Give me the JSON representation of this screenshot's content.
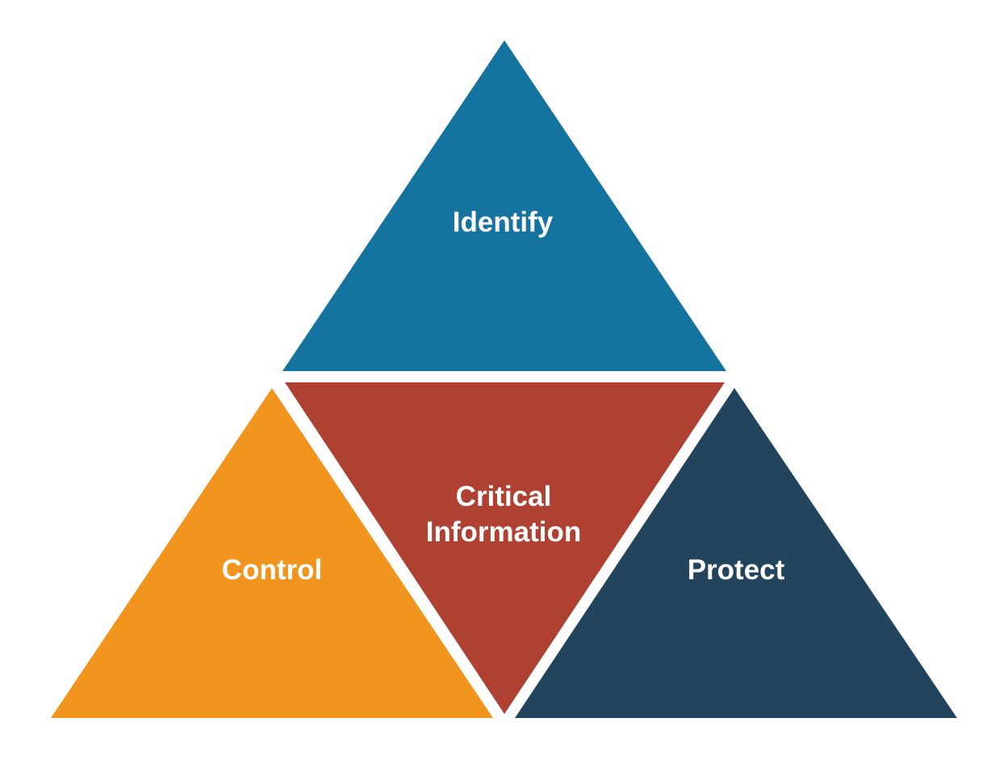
{
  "diagram": {
    "colors": {
      "identify": "#15739F",
      "control": "#F2951F",
      "critical": "#AE4132",
      "protect": "#23445D"
    },
    "labels": {
      "identify": "Identify",
      "control": "Control",
      "critical_line1": "Critical",
      "critical_line2": "Information",
      "protect": "Protect"
    }
  }
}
